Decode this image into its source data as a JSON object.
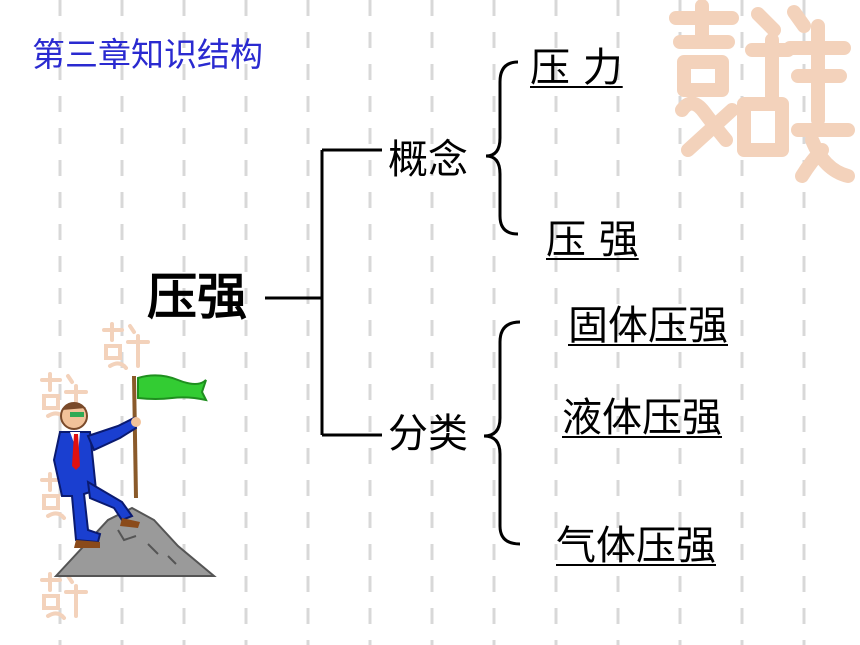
{
  "slide": {
    "title": "第三章知识结构",
    "root": "压强",
    "branches": [
      {
        "label": "概念",
        "children": [
          "压 力",
          "压 强"
        ]
      },
      {
        "label": "分类",
        "children": [
          "固体压强",
          "液体压强",
          "气体压强"
        ]
      }
    ]
  },
  "colors": {
    "title": "#2a2ad0",
    "dash": "#d8d8d8",
    "seal": "#f3d2bb",
    "flag": "#33cc33",
    "suit": "#1a3fd0",
    "tie": "#e01010",
    "rock": "#9a9a9a"
  },
  "icons": [
    "decorative-seal",
    "climber-with-flag"
  ]
}
